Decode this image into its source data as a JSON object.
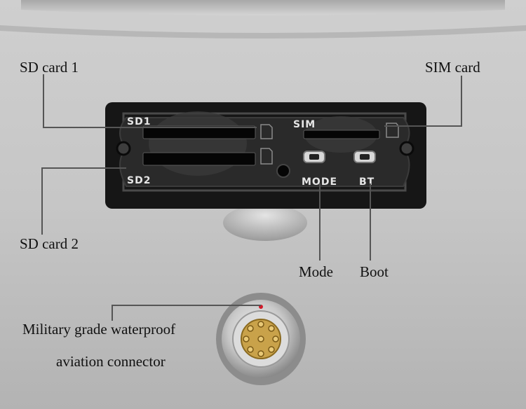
{
  "callouts": {
    "sd_card_1": "SD card 1",
    "sd_card_2": "SD card 2",
    "sim_card": "SIM card",
    "mode": "Mode",
    "boot": "Boot",
    "connector_line1": "Military grade waterproof",
    "connector_line2": "aviation connector"
  },
  "panel_markings": {
    "sd1": "SD1",
    "sd2": "SD2",
    "sim": "SIM",
    "mode": "MODE",
    "bt": "BT"
  },
  "colors": {
    "metal_light": "#d9d9d9",
    "metal_dark": "#9e9e9e",
    "panel_black": "#161616",
    "gasket": "#3a3a3a",
    "leader_line": "#555555",
    "connector_gold": "#c9a24a",
    "red_dot": "#d11a2a"
  }
}
